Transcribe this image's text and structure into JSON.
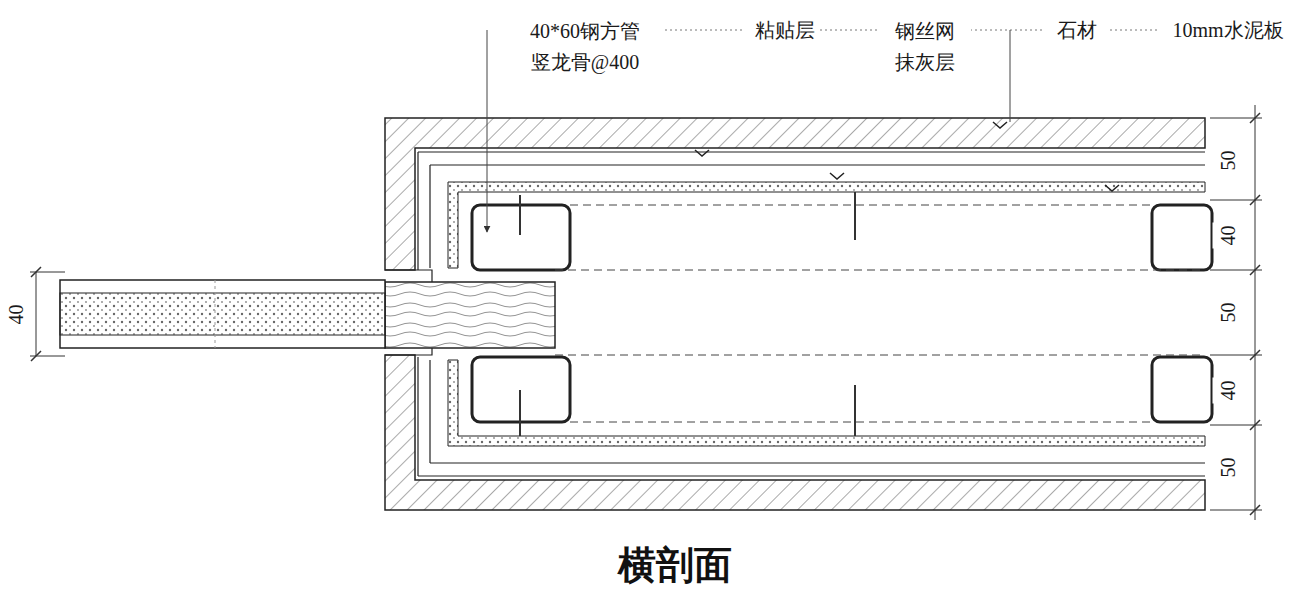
{
  "diagram": {
    "title": "横剖面",
    "labels": [
      "40*60钢方管 竖龙骨@400",
      "粘贴层",
      "钢丝网 抹灰层",
      "石材",
      "10mm水泥板",
      "50",
      "40",
      "50",
      "40",
      "50",
      "40"
    ]
  }
}
